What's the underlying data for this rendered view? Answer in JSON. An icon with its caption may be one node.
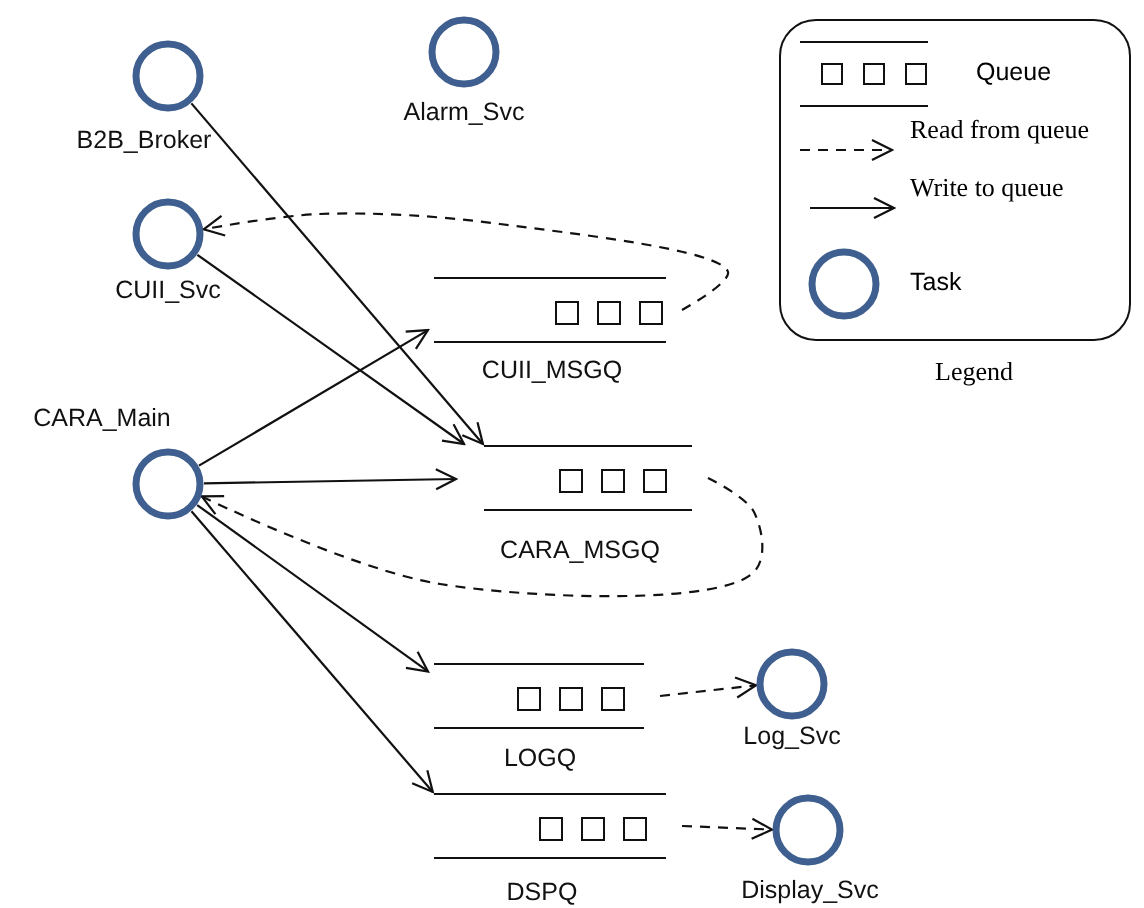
{
  "diagram": {
    "nodes": [
      {
        "text": [
          "B2B_Broker"
        ]
      },
      {
        "text": [
          "Alarm_Svc"
        ]
      },
      {
        "text": [
          "CUII_Svc"
        ]
      },
      {
        "text": [
          "CUII_MSGQ"
        ]
      },
      {
        "text": [
          "CARA_Main"
        ]
      },
      {
        "text": [
          "CARA_MSGQ"
        ]
      },
      {
        "text": [
          "LOGQ"
        ]
      },
      {
        "text": [
          "Log_Svc"
        ]
      },
      {
        "text": [
          "DSPQ"
        ]
      },
      {
        "text": [
          "Display_Svc"
        ]
      }
    ],
    "edges": [
      {
        "from": 0,
        "to": 5,
        "arrow": "to"
      },
      {
        "from": 2,
        "to": 5,
        "arrow": "to"
      },
      {
        "from": 3,
        "to": 2,
        "arrow": "to",
        "style": "dashed"
      },
      {
        "from": 4,
        "to": 3,
        "arrow": "to"
      },
      {
        "from": 4,
        "to": 5,
        "arrow": "to"
      },
      {
        "from": 5,
        "to": 4,
        "arrow": "to",
        "style": "dashed"
      },
      {
        "from": 4,
        "to": 6,
        "arrow": "to"
      },
      {
        "from": 4,
        "to": 8,
        "arrow": "to"
      },
      {
        "from": 6,
        "to": 7,
        "arrow": "to",
        "style": "dashed"
      },
      {
        "from": 8,
        "to": 9,
        "arrow": "to",
        "style": "dashed"
      }
    ],
    "labels": [
      "Legend"
    ],
    "legend": [
      {
        "text": "Queue"
      },
      {
        "text": "Read from queue"
      },
      {
        "text": "Write to queue"
      },
      {
        "text": "Task"
      }
    ]
  }
}
